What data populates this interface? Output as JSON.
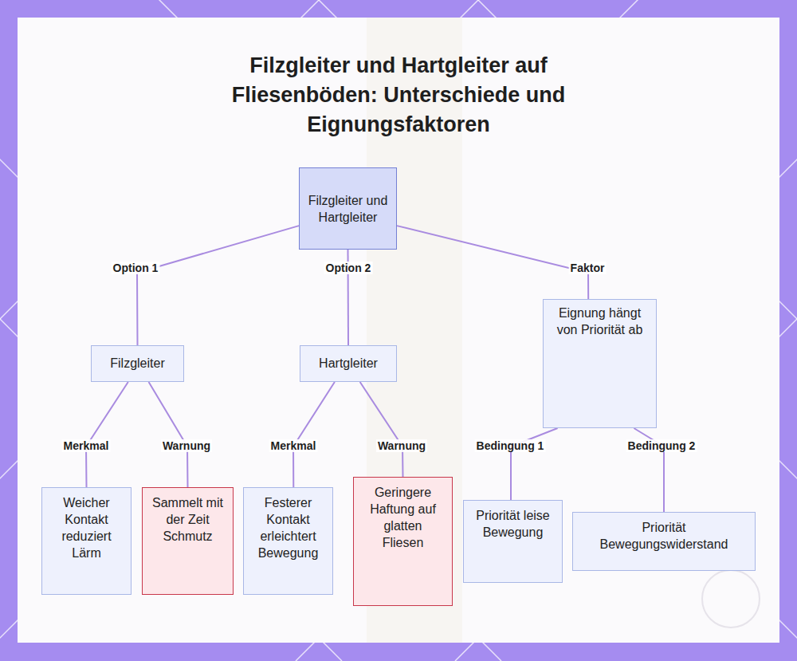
{
  "diagram": {
    "title": "Filzgleiter und Hartgleiter auf Fliesenböden: Unterschiede und Eignungsfaktoren",
    "nodes": [
      {
        "text": [
          "Filzgleiter und Hartgleiter"
        ]
      },
      {
        "text": [
          "Filzgleiter"
        ]
      },
      {
        "text": [
          "Hartgleiter"
        ]
      },
      {
        "text": [
          "Eignung hängt von Priorität ab"
        ]
      },
      {
        "text": [
          "Weicher Kontakt reduziert Lärm"
        ]
      },
      {
        "text": [
          "Sammelt mit der Zeit Schmutz"
        ]
      },
      {
        "text": [
          "Festerer Kontakt erleichtert Bewegung"
        ]
      },
      {
        "text": [
          "Geringere Haftung auf glatten Fliesen"
        ]
      },
      {
        "text": [
          "Priorität leise Bewegung"
        ]
      },
      {
        "text": [
          "Priorität Bewegungswiderstand"
        ]
      }
    ],
    "edges": [
      {
        "from": 0,
        "to": 1,
        "label": "Option 1",
        "arrow": "none"
      },
      {
        "from": 0,
        "to": 2,
        "label": "Option 2",
        "arrow": "none"
      },
      {
        "from": 0,
        "to": 3,
        "label": "Faktor",
        "arrow": "none"
      },
      {
        "from": 1,
        "to": 4,
        "label": "Merkmal",
        "arrow": "none"
      },
      {
        "from": 1,
        "to": 5,
        "label": "Warnung",
        "arrow": "none"
      },
      {
        "from": 2,
        "to": 6,
        "label": "Merkmal",
        "arrow": "none"
      },
      {
        "from": 2,
        "to": 7,
        "label": "Warnung",
        "arrow": "none"
      },
      {
        "from": 3,
        "to": 8,
        "label": "Bedingung 1",
        "arrow": "none"
      },
      {
        "from": 3,
        "to": 9,
        "label": "Bedingung 2",
        "arrow": "none"
      }
    ]
  }
}
